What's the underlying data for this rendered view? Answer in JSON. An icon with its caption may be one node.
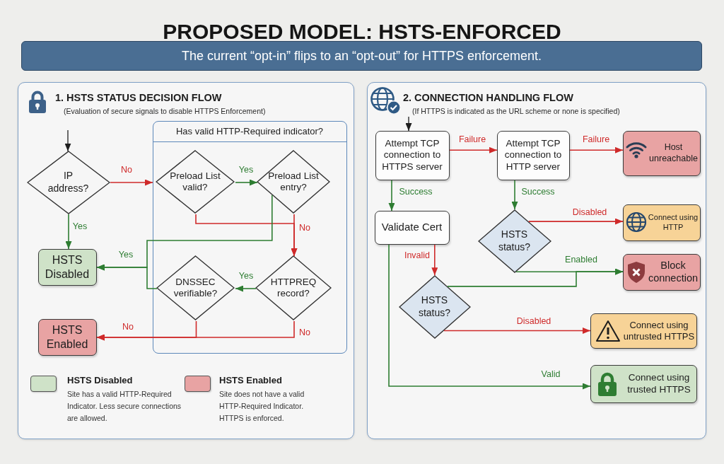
{
  "diagram": {
    "title": "PROPOSED MODEL: HSTS-ENFORCED",
    "nodes": [
      {
        "text": [
          "The current “opt-in” flips to an “opt-out” for HTTPS enforcement."
        ]
      },
      {
        "text": [
          "1. HSTS STATUS DECISION FLOW",
          "(Evaluation of secure signals to disable HTTPS Enforcement)"
        ]
      },
      {
        "text": [
          "IP address?"
        ],
        "in": 1
      },
      {
        "text": [
          "Has valid HTTP-Required indicator?"
        ],
        "in": 1
      },
      {
        "text": [
          "Preload List valid?"
        ],
        "in": 3
      },
      {
        "text": [
          "Preload List entry?"
        ],
        "in": 3
      },
      {
        "text": [
          "DNSSEC verifiable?"
        ],
        "in": 3
      },
      {
        "text": [
          "HTTPREQ record?"
        ],
        "in": 3
      },
      {
        "text": [
          "HSTS Disabled"
        ],
        "in": 1
      },
      {
        "text": [
          "HSTS Enabled"
        ],
        "in": 1
      },
      {
        "text": [
          "2. CONNECTION HANDLING FLOW",
          "(If HTTPS is indicated as the URL scheme or none is specified)"
        ]
      },
      {
        "text": [
          "Attempt TCP connection to HTTPS server"
        ],
        "in": 10
      },
      {
        "text": [
          "Attempt TCP connection to HTTP server"
        ],
        "in": 10
      },
      {
        "text": [
          "Host unreachable"
        ],
        "in": 10
      },
      {
        "text": [
          "Validate Cert"
        ],
        "in": 10
      },
      {
        "text": [
          "HSTS status?"
        ],
        "in": 10
      },
      {
        "text": [
          "Connect using HTTP"
        ],
        "in": 10
      },
      {
        "text": [
          "Block connection"
        ],
        "in": 10
      },
      {
        "text": [
          "HSTS status?"
        ],
        "in": 10
      },
      {
        "text": [
          "Connect using untrusted HTTPS"
        ],
        "in": 10
      },
      {
        "text": [
          "Connect using trusted HTTPS"
        ],
        "in": 10
      }
    ],
    "edges": [
      {
        "from": null,
        "to": 2,
        "arrow": "to",
        "color": "#1f1f1f"
      },
      {
        "from": 2,
        "to": 3,
        "arrow": "to",
        "label": "No",
        "color": "#cf2a2a"
      },
      {
        "from": 2,
        "to": 8,
        "arrow": "to",
        "label": "Yes",
        "color": "#2e7d32"
      },
      {
        "from": 4,
        "to": 5,
        "arrow": "to",
        "label": "Yes",
        "color": "#2e7d32"
      },
      {
        "from": 4,
        "to": 7,
        "arrow": "to",
        "color": "#cf2a2a"
      },
      {
        "from": 5,
        "to": 7,
        "arrow": "to",
        "label": "No",
        "color": "#cf2a2a"
      },
      {
        "from": 5,
        "to": 8,
        "arrow": "to",
        "color": "#2e7d32"
      },
      {
        "from": 7,
        "to": 6,
        "arrow": "to",
        "label": "Yes",
        "color": "#2e7d32"
      },
      {
        "from": 6,
        "to": 8,
        "arrow": "to",
        "label": "Yes",
        "color": "#2e7d32"
      },
      {
        "from": 6,
        "to": 9,
        "arrow": "to",
        "label": "No",
        "color": "#cf2a2a"
      },
      {
        "from": 7,
        "to": 9,
        "arrow": "to",
        "label": "No",
        "color": "#cf2a2a"
      },
      {
        "from": null,
        "to": 11,
        "arrow": "to",
        "color": "#1f1f1f"
      },
      {
        "from": 11,
        "to": 12,
        "arrow": "to",
        "label": "Failure",
        "color": "#cf2a2a"
      },
      {
        "from": 12,
        "to": 13,
        "arrow": "to",
        "label": "Failure",
        "color": "#cf2a2a"
      },
      {
        "from": 11,
        "to": 14,
        "arrow": "to",
        "label": "Success",
        "color": "#2e7d32"
      },
      {
        "from": 12,
        "to": 15,
        "arrow": "to",
        "label": "Success",
        "color": "#2e7d32"
      },
      {
        "from": 15,
        "to": 16,
        "arrow": "to",
        "label": "Disabled",
        "color": "#cf2a2a"
      },
      {
        "from": 15,
        "to": 17,
        "arrow": "to",
        "label": "Enabled",
        "color": "#2e7d32"
      },
      {
        "from": 18,
        "to": 17,
        "arrow": "to",
        "color": "#2e7d32"
      },
      {
        "from": 14,
        "to": 18,
        "arrow": "to",
        "label": "Invalid",
        "color": "#cf2a2a"
      },
      {
        "from": 18,
        "to": 19,
        "arrow": "to",
        "label": "Disabled",
        "color": "#cf2a2a"
      },
      {
        "from": 14,
        "to": 20,
        "arrow": "to",
        "label": "Valid",
        "color": "#2e7d32"
      }
    ],
    "labels": [
      "Site has a valid HTTP-Required Indicator. Less secure connections are allowed.",
      "Site does not have a valid HTTP-Required Indicator. HTTPS is enforced."
    ],
    "legend": [
      {
        "text": "HSTS Disabled",
        "color": "#cfe2c8"
      },
      {
        "text": "HSTS Enabled",
        "color": "#e8a3a3"
      }
    ]
  }
}
